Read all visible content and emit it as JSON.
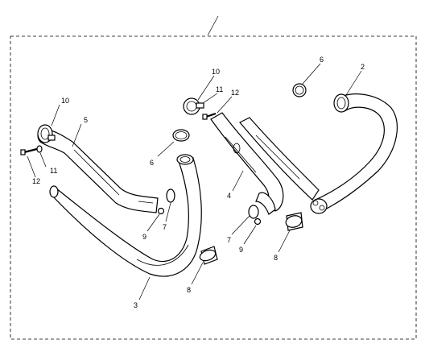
{
  "diagram": {
    "labels": {
      "c1_10": "10",
      "c1_5": "5",
      "c1_6": "6",
      "c1_11": "11",
      "c1_12": "12",
      "c1_9": "9",
      "c1_7": "7",
      "c1_8": "8",
      "c1_3": "3",
      "c2_10": "10",
      "c2_11": "11",
      "c2_12": "12",
      "c2_4": "4",
      "c2_7": "7",
      "c2_9": "9",
      "c2_8": "8",
      "c3_6": "6",
      "c3_2": "2"
    }
  }
}
